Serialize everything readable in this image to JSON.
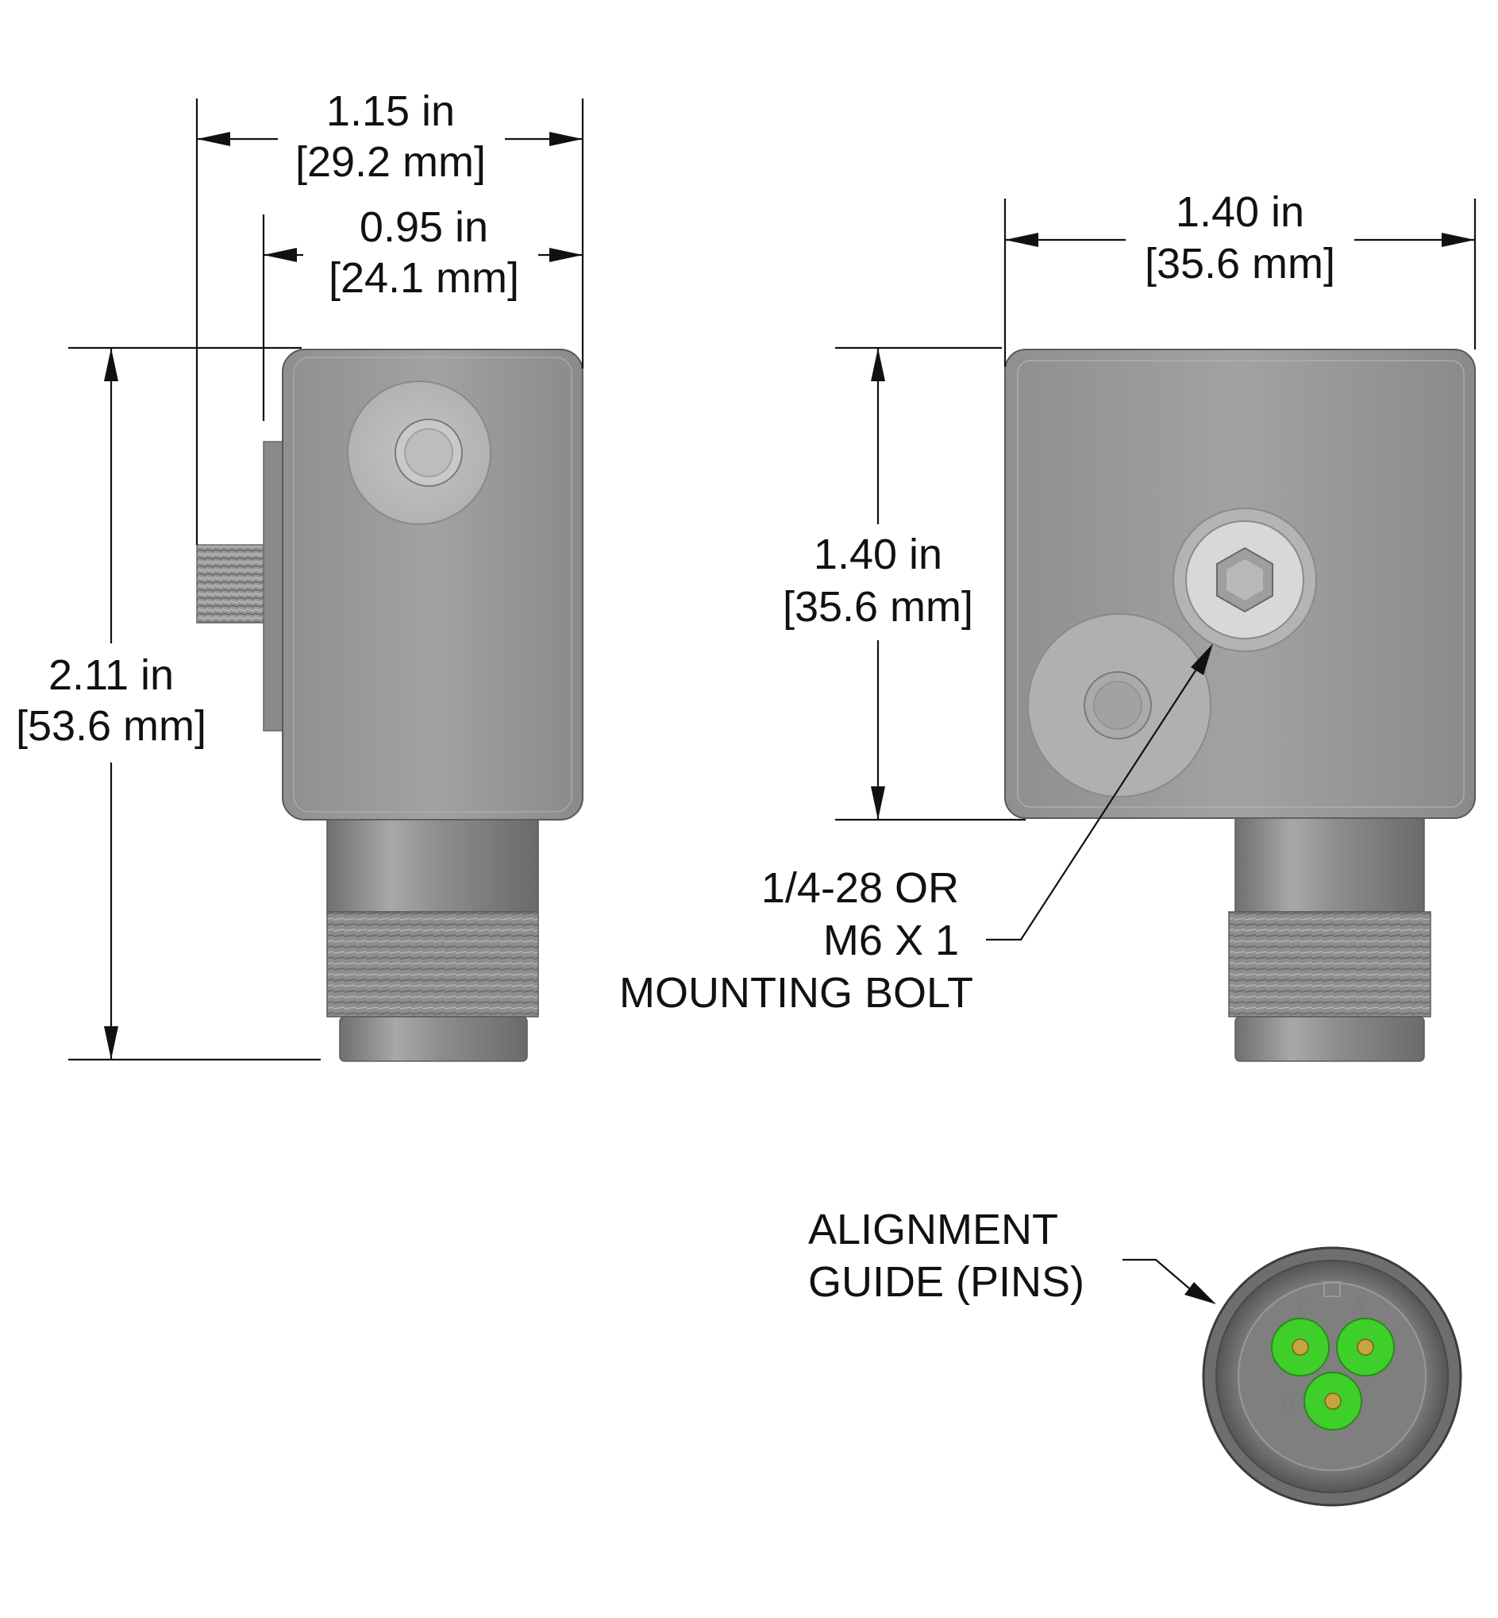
{
  "dimensions": {
    "side_overall_width": {
      "inch": "1.15 in",
      "mm": "[29.2 mm]"
    },
    "side_body_width": {
      "inch": "0.95 in",
      "mm": "[24.1 mm]"
    },
    "side_height": {
      "inch": "2.11 in",
      "mm": "[53.6 mm]"
    },
    "front_width": {
      "inch": "1.40 in",
      "mm": "[35.6 mm]"
    },
    "front_height": {
      "inch": "1.40 in",
      "mm": "[35.6 mm]"
    }
  },
  "callouts": {
    "mounting_bolt": [
      "1/4-28 OR",
      "M6 X 1",
      "MOUNTING BOLT"
    ],
    "alignment_guide": [
      "ALIGNMENT",
      "GUIDE (PINS)"
    ]
  },
  "connector_pins": {
    "a": "A",
    "b": "B",
    "c": "C"
  },
  "colors": {
    "housing": "#9a9a9a",
    "housing_dark": "#7e7e7e",
    "pin_insulator": "#3fcf2a",
    "pin": "#c8a441",
    "line": "#111111"
  }
}
